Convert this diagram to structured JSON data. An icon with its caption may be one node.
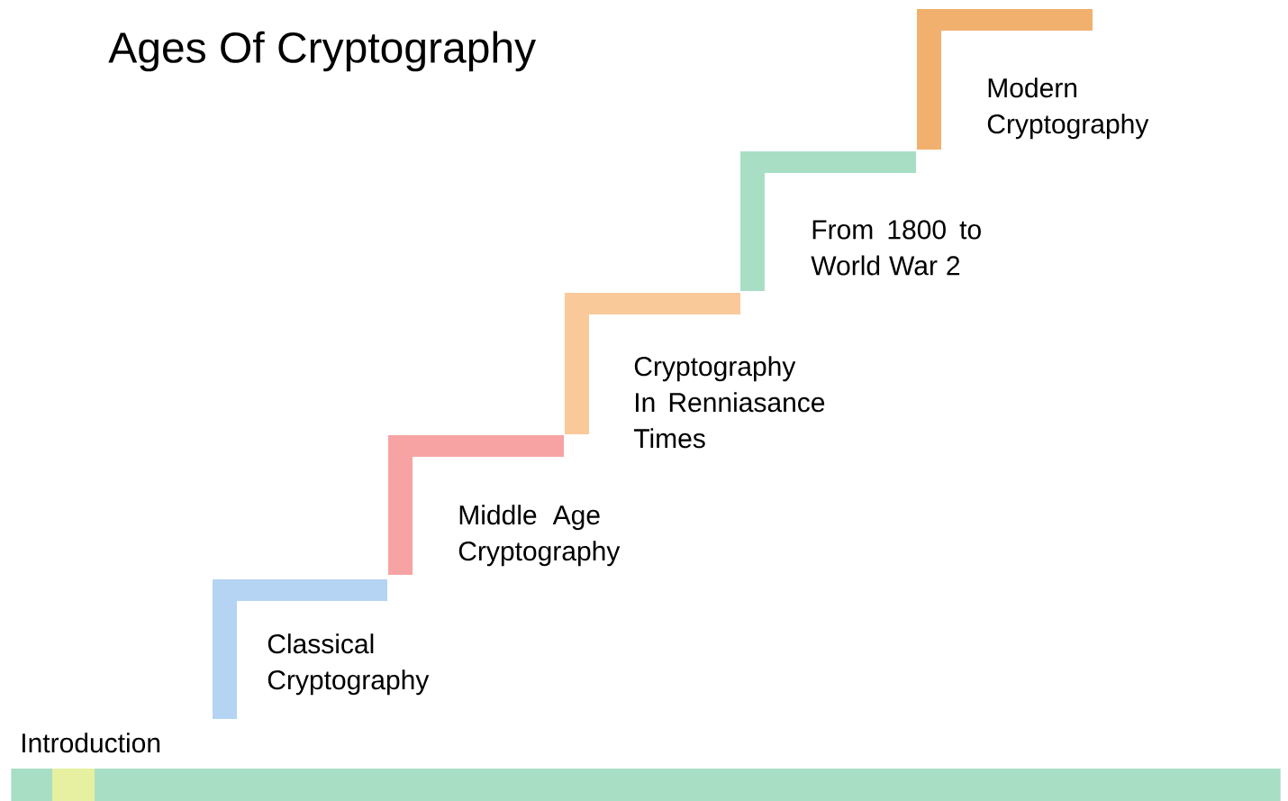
{
  "diagram": {
    "title": "Ages Of Cryptography",
    "nodes": [
      {
        "text": [],
        "shape": "bar",
        "beside": [
          "Introduction"
        ]
      },
      {
        "text": [],
        "shape": "bar",
        "beside": [
          "Classical Cryptography"
        ]
      },
      {
        "text": [],
        "shape": "bar",
        "beside": [
          "Middle Age Cryptography"
        ]
      },
      {
        "text": [],
        "shape": "bar",
        "beside": [
          "Cryptography In Renniasance Times"
        ]
      },
      {
        "text": [],
        "shape": "bar",
        "beside": [
          "From 1800 to World War 2"
        ]
      },
      {
        "text": [],
        "shape": "bar",
        "beside": [
          "Modern Cryptography"
        ]
      }
    ]
  }
}
